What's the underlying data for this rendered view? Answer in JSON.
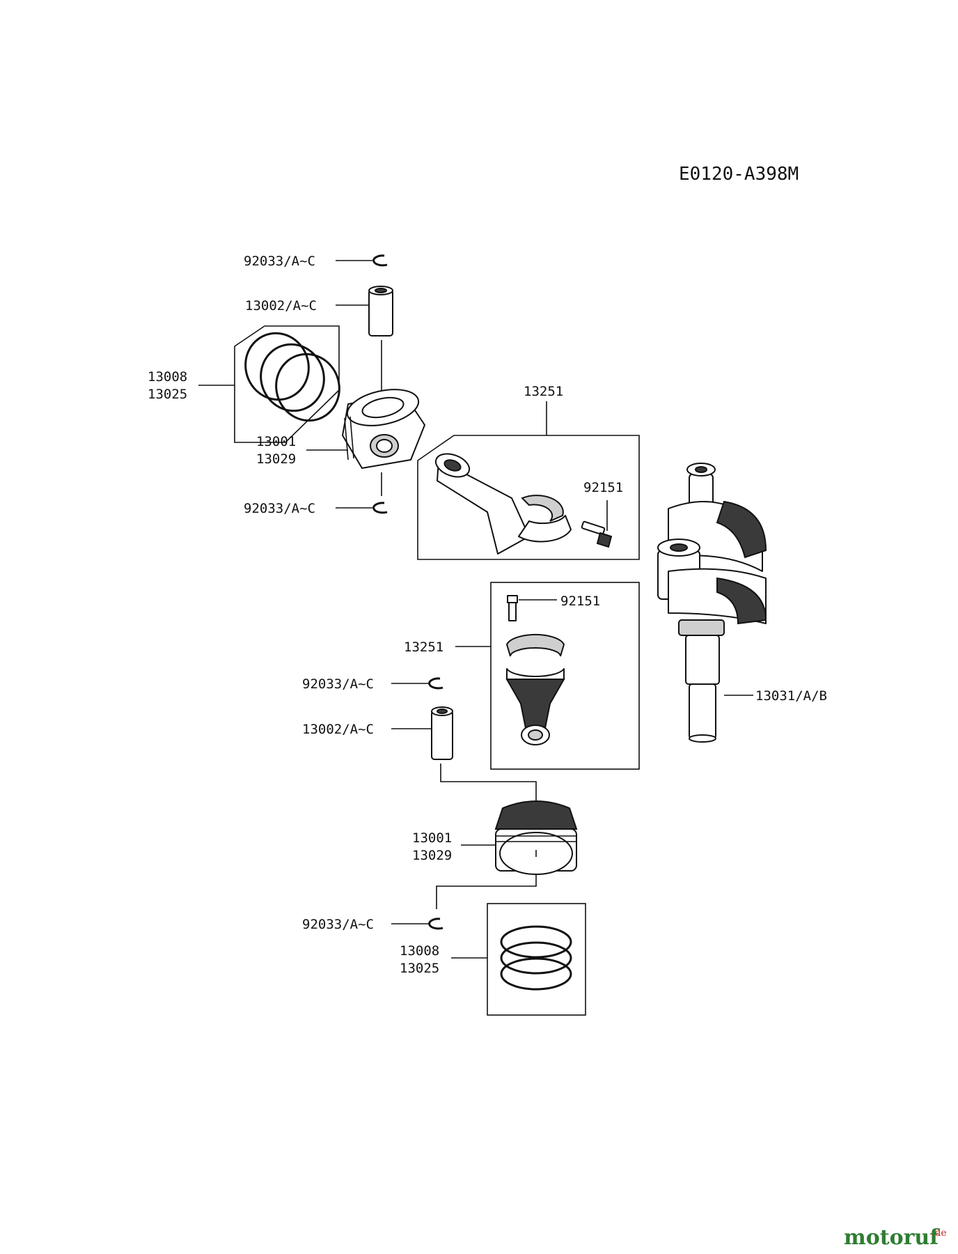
{
  "diagram_code": "E0120-A398M",
  "callouts": {
    "top_circlip_1": "92033/A~C",
    "top_pin": "13002/A~C",
    "top_rings_a": "13008",
    "top_rings_b": "13025",
    "top_piston_a": "13001",
    "top_piston_b": "13029",
    "top_circlip_2": "92033/A~C",
    "top_rod": "13251",
    "top_bolt": "92151",
    "bottom_bolt": "92151",
    "bottom_rod": "13251",
    "bottom_circlip_1": "92033/A~C",
    "bottom_pin": "13002/A~C",
    "bottom_piston_a": "13001",
    "bottom_piston_b": "13029",
    "bottom_circlip_2": "92033/A~C",
    "bottom_rings_a": "13008",
    "bottom_rings_b": "13025",
    "crankshaft": "13031/A/B"
  },
  "watermark": {
    "brand": "motoruf",
    "tld": ".de"
  }
}
